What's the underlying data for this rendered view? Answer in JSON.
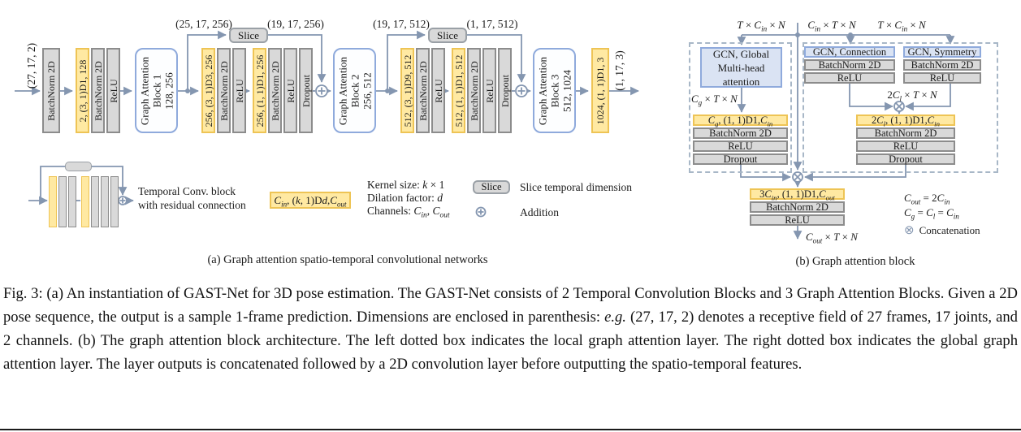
{
  "colors": {
    "line": "#8496b0",
    "gray_fill": "#d9d9d9",
    "gray_border": "#8c8c8c",
    "yellow_fill": "#ffe9a2",
    "yellow_border": "#eec455",
    "blue_fill": "#dae3f3",
    "blue_border": "#8faadc",
    "dash_border": "#a8b7c7"
  },
  "panel_a": {
    "input_label": "(27, 17, 2)",
    "output_label": "(1, 17, 3)",
    "bn_first": "BatchNorm 2D",
    "branch1": {
      "before": "(25, 17, 256)",
      "slice": "Slice",
      "after": "(19, 17, 256)"
    },
    "branch2": {
      "before": "(19, 17, 512)",
      "slice": "Slice",
      "after": "(1, 17, 512)"
    },
    "group1": [
      "2, (3, 1)D1, 128",
      "BatchNorm 2D",
      "ReLU"
    ],
    "group2": [
      "256, (3, 1)D3, 256",
      "BatchNorm 2D",
      "ReLU"
    ],
    "group3": [
      "256, (1, 1)D1, 256",
      "BatchNorm 2D",
      "ReLU",
      "Dropout"
    ],
    "group4": [
      "512, (3, 1)D9, 512",
      "BatchNorm 2D",
      "ReLU"
    ],
    "group5": [
      "512, (1, 1)D1, 512",
      "BatchNorm 2D",
      "ReLU",
      "Dropout"
    ],
    "out_conv": "1024, (1, 1)D1, 3",
    "gab1": "Graph Attention\nBlock 1\n128, 256",
    "gab2": "Graph Attention\nBlock 2\n256, 512",
    "gab3": "Graph Attention\nBlock 3\n512, 1024",
    "legend": {
      "tcb_line1": "Temporal Conv. block",
      "tcb_line2": "with residual connection",
      "conv_box_html": "<i>C<sub>in</sub></i>, (<i>k</i>, 1)D<i>d</i>, <i>C<sub>out</sub></i>",
      "kernel_html": "Kernel size: <i>k</i> × 1",
      "dilation_html": "Dilation factor: <i>d</i>",
      "channels_html": "Channels: <i>C<sub>in</sub></i>, <i>C<sub>out</sub></i>",
      "slice_label": "Slice",
      "slice_desc": "Slice temporal dimension",
      "addition_desc": "Addition"
    },
    "subcaption": "(a) Graph attention spatio-temporal convolutional networks"
  },
  "panel_b": {
    "top_left_html": "<i>T</i> × <i>C<sub>in</sub></i> × <i>N</i>",
    "top_mid_html": "<i>C<sub>in</sub></i> × <i>T</i> × <i>N</i>",
    "top_right_html": "<i>T</i> × <i>C<sub>in</sub></i> × <i>N</i>",
    "gcn_global": "GCN, Global\nMulti-head attention",
    "gcn_connection": "GCN, Connection",
    "gcn_symmetry": "GCN, Symmetry",
    "bn": "BatchNorm 2D",
    "relu": "ReLU",
    "dropout": "Dropout",
    "cg_html": "<i>C<sub>g</sub></i> × <i>T</i> × <i>N</i>",
    "cl2_html": "2<i>C<sub>l</sub></i> × <i>T</i> × <i>N</i>",
    "left_head_html": "<i>C<sub>g</sub></i>, (1, 1)D1, <i>C<sub>in</sub></i>",
    "right_head_html": "2<i>C<sub>l</sub></i>, (1, 1)D1, <i>C<sub>in</sub></i>",
    "bottom_head_html": "3<i>C<sub>in</sub></i>, (1, 1)D1, <i>C<sub>out</sub></i>",
    "cout_dim_html": "<i>C<sub>out</sub></i> × <i>T</i> × <i>N</i>",
    "eq1_html": "<i>C<sub>out</sub></i> = 2<i>C<sub>in</sub></i>",
    "eq2_html": "<i>C<sub>g</sub></i> = <i>C<sub>l</sub></i> = <i>C<sub>in</sub></i>",
    "concat_symbol": "⊗",
    "concat_label": "Concatenation",
    "subcaption": "(b) Graph attention block"
  },
  "caption_html": "Fig. 3: (a) An instantiation of GAST-Net for 3D pose estimation. The GAST-Net consists of 2 Temporal Convolution Blocks and 3 Graph Attention Blocks. Given a 2D pose sequence, the output is a sample 1-frame prediction. Dimensions are enclosed in parenthesis: <i>e.g.</i> (27, 17, 2) denotes a receptive field of 27 frames, 17 joints, and 2 channels. (b) The graph attention block architecture. The left dotted box indicates the local graph attention layer. The right dotted box indicates the global graph attention layer. The layer outputs is concatenated followed by a 2D convolution layer before outputting the spatio-temporal features."
}
